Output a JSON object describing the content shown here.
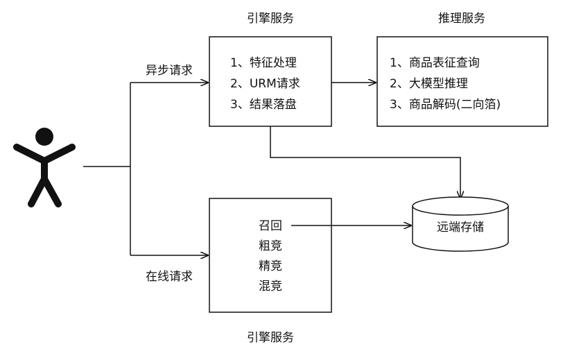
{
  "engine_top": {
    "title": "引擎服务",
    "lines": [
      "1、特征处理",
      "2、URM请求",
      "3、结果落盘"
    ]
  },
  "inference": {
    "title": "推理服务",
    "lines": [
      "1、商品表征查询",
      "2、大模型推理",
      "3、商品解码(二向箔)"
    ]
  },
  "engine_bottom": {
    "title": "引擎服务",
    "lines": [
      "召回",
      "粗竞",
      "精竞",
      "混竞"
    ]
  },
  "storage": {
    "label": "远端存储"
  },
  "edges": {
    "async": "异步请求",
    "online": "在线请求"
  },
  "colors": {
    "stroke": "#111111",
    "background": "#ffffff"
  }
}
